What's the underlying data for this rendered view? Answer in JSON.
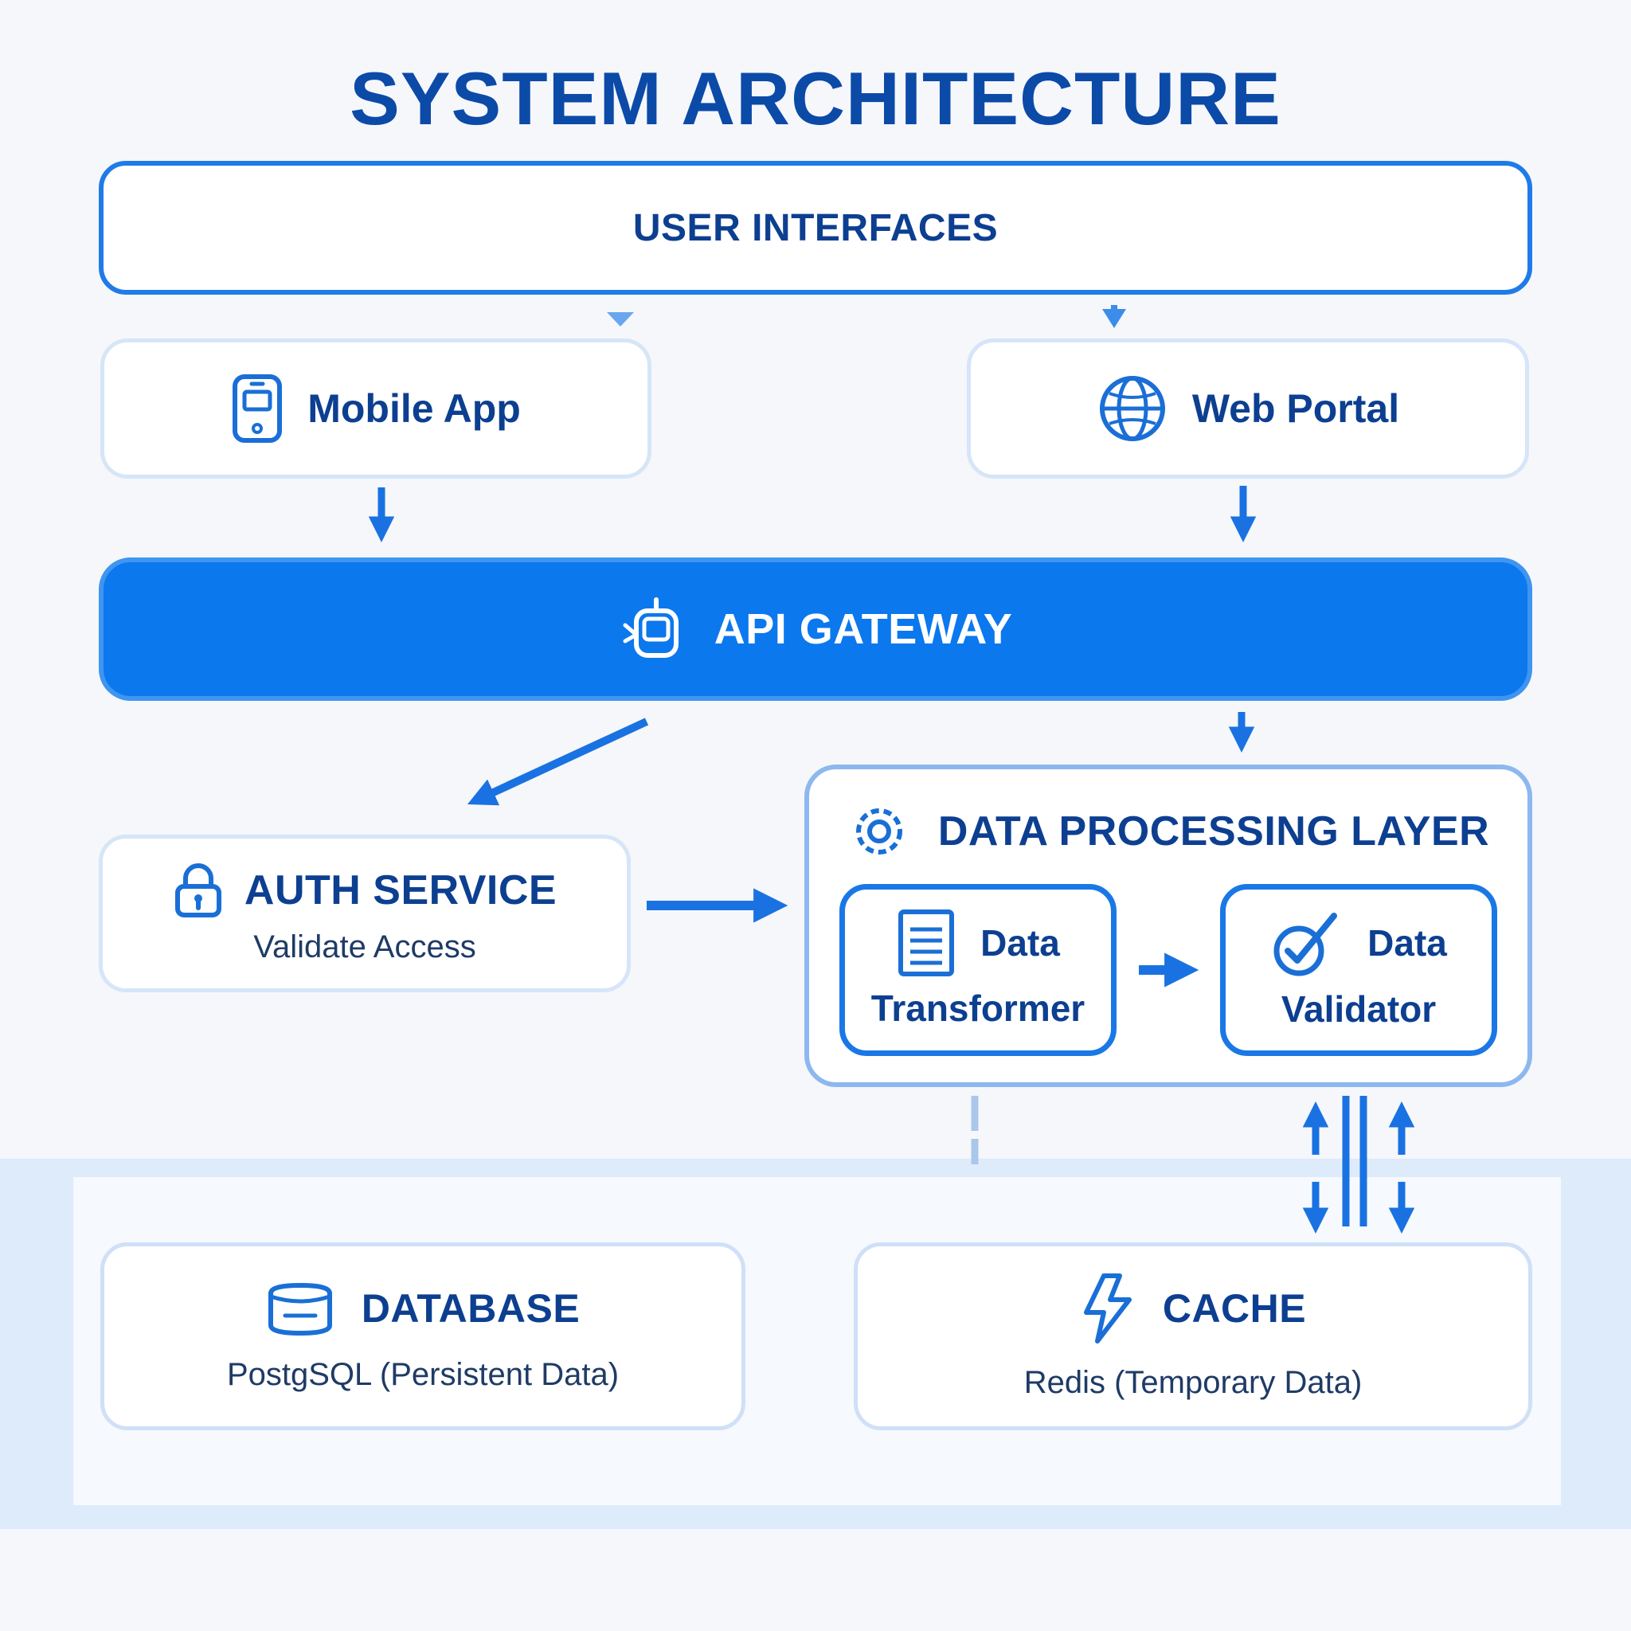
{
  "title": "SYSTEM ARCHITECTURE",
  "user_interfaces": {
    "label": "USER INTERFACES"
  },
  "mobile_app": {
    "label": "Mobile App",
    "icon": "smartphone-icon"
  },
  "web_portal": {
    "label": "Web Portal",
    "icon": "globe-icon"
  },
  "api_gateway": {
    "label": "API GATEWAY",
    "icon": "gateway-icon"
  },
  "auth_service": {
    "label": "AUTH SERVICE",
    "sublabel": "Validate Access",
    "icon": "lock-icon"
  },
  "data_processing": {
    "label": "DATA PROCESSING LAYER",
    "icon": "gear-icon",
    "transformer": {
      "line1": "Data",
      "line2": "Transformer",
      "icon": "document-icon"
    },
    "validator": {
      "line1": "Data",
      "line2": "Validator",
      "icon": "check-icon"
    }
  },
  "database": {
    "label": "DATABASE",
    "sublabel": "PostgSQL (Persistent Data)",
    "icon": "database-icon"
  },
  "cache": {
    "label": "CACHE",
    "sublabel": "Redis (Temporary Data)",
    "icon": "lightning-icon"
  },
  "colors": {
    "accent": "#0b78ee",
    "text": "#0d3f91",
    "border": "#1f7be8"
  }
}
